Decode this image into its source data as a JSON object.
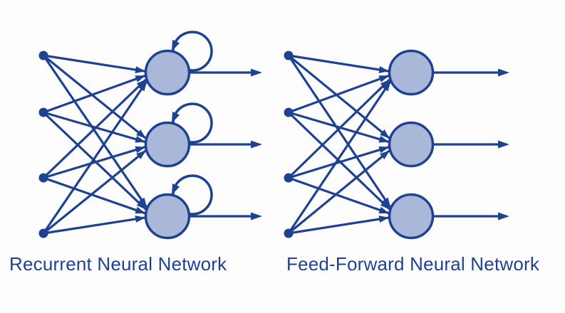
{
  "figure": {
    "background": "#fdfdfd",
    "colors": {
      "ink": "#1e4191",
      "node_fill": "#a9b7d8"
    },
    "diagrams": [
      {
        "label": "Recurrent Neural Network",
        "type": "recurrent",
        "input_nodes": 4,
        "hidden_nodes": 3,
        "output_arrows": 3,
        "self_loops": true
      },
      {
        "label": "Feed-Forward Neural Network",
        "type": "feed-forward",
        "input_nodes": 4,
        "hidden_nodes": 3,
        "output_arrows": 3,
        "self_loops": false
      }
    ]
  }
}
